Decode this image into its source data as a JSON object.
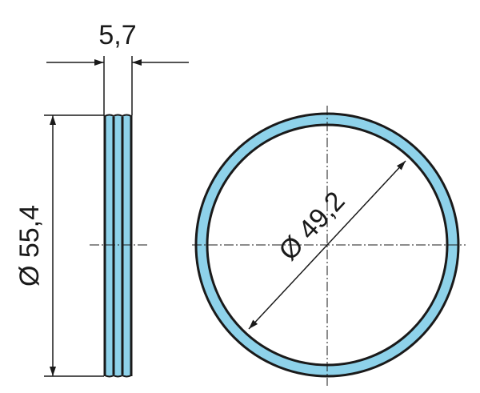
{
  "drawing": {
    "width_dimension": "5,7",
    "outer_diameter_dimension": "Ø 55,4",
    "inner_diameter_dimension": "Ø 49,2"
  },
  "colors": {
    "ring_fill": "#8ed2ea",
    "line": "#1a1a1a"
  }
}
